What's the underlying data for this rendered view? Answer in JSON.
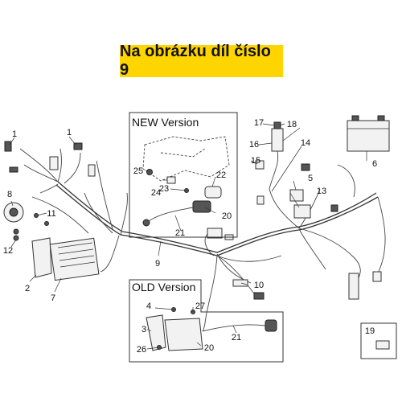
{
  "banner": {
    "text": "Na obrázku díl číslo 9",
    "color": "#ffd500"
  },
  "panels": {
    "new_title": "NEW Version",
    "old_title": "OLD Version"
  },
  "callouts": {
    "c1a": "1",
    "c1b": "1",
    "c2": "2",
    "c3": "3",
    "c4": "4",
    "c5": "5",
    "c6": "6",
    "c7": "7",
    "c8": "8",
    "c9": "9",
    "c10": "10",
    "c11": "11",
    "c12": "12",
    "c13": "13",
    "c14": "14",
    "c15": "15",
    "c16": "16",
    "c17": "17",
    "c18": "18",
    "c19": "19",
    "c20a": "20",
    "c20b": "20",
    "c21a": "21",
    "c21b": "21",
    "c22": "22",
    "c23": "23",
    "c24": "24",
    "c25": "25",
    "c26": "26",
    "c27": "27"
  }
}
